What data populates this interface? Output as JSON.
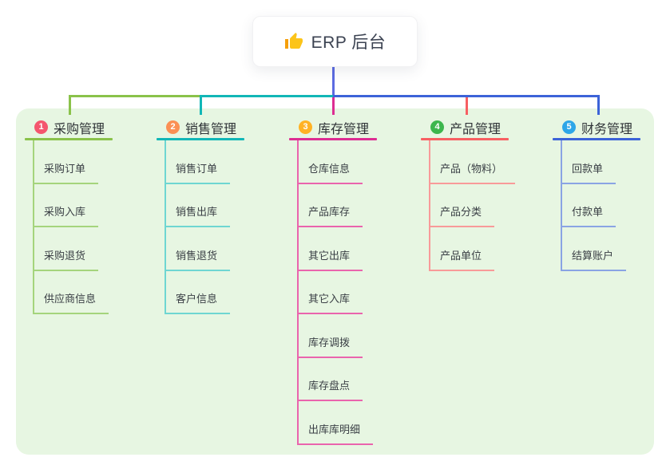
{
  "root": {
    "label": "ERP 后台",
    "icon": "thumbs-up-icon"
  },
  "colors": {
    "canvas_bg": "#ffffff",
    "panel_bg": "#e7f6e2",
    "root_line": "#5c6be1",
    "thumb_yellow": "#fcc419"
  },
  "branches": [
    {
      "num": "1",
      "title": "采购管理",
      "badge_color": "#f4566e",
      "line_color": "#8ac24a",
      "child_line_color": "#a5d47c",
      "children": [
        "采购订单",
        "采购入库",
        "采购退货",
        "供应商信息"
      ]
    },
    {
      "num": "2",
      "title": "销售管理",
      "badge_color": "#fb9054",
      "line_color": "#12b7b7",
      "child_line_color": "#6fd6d2",
      "children": [
        "销售订单",
        "销售出库",
        "销售退货",
        "客户信息"
      ]
    },
    {
      "num": "3",
      "title": "库存管理",
      "badge_color": "#ffb224",
      "line_color": "#dd2d92",
      "child_line_color": "#ea64ad",
      "children": [
        "仓库信息",
        "产品库存",
        "其它出库",
        "其它入库",
        "库存调拨",
        "库存盘点",
        "出库库明细"
      ]
    },
    {
      "num": "4",
      "title": "产品管理",
      "badge_color": "#3db64d",
      "line_color": "#f75f62",
      "child_line_color": "#f89a99",
      "children": [
        "产品（物料）",
        "产品分类",
        "产品单位"
      ]
    },
    {
      "num": "5",
      "title": "财务管理",
      "badge_color": "#2ea6e8",
      "line_color": "#3c63d8",
      "child_line_color": "#8aa4e4",
      "children": [
        "回款单",
        "付款单",
        "结算账户"
      ]
    }
  ]
}
